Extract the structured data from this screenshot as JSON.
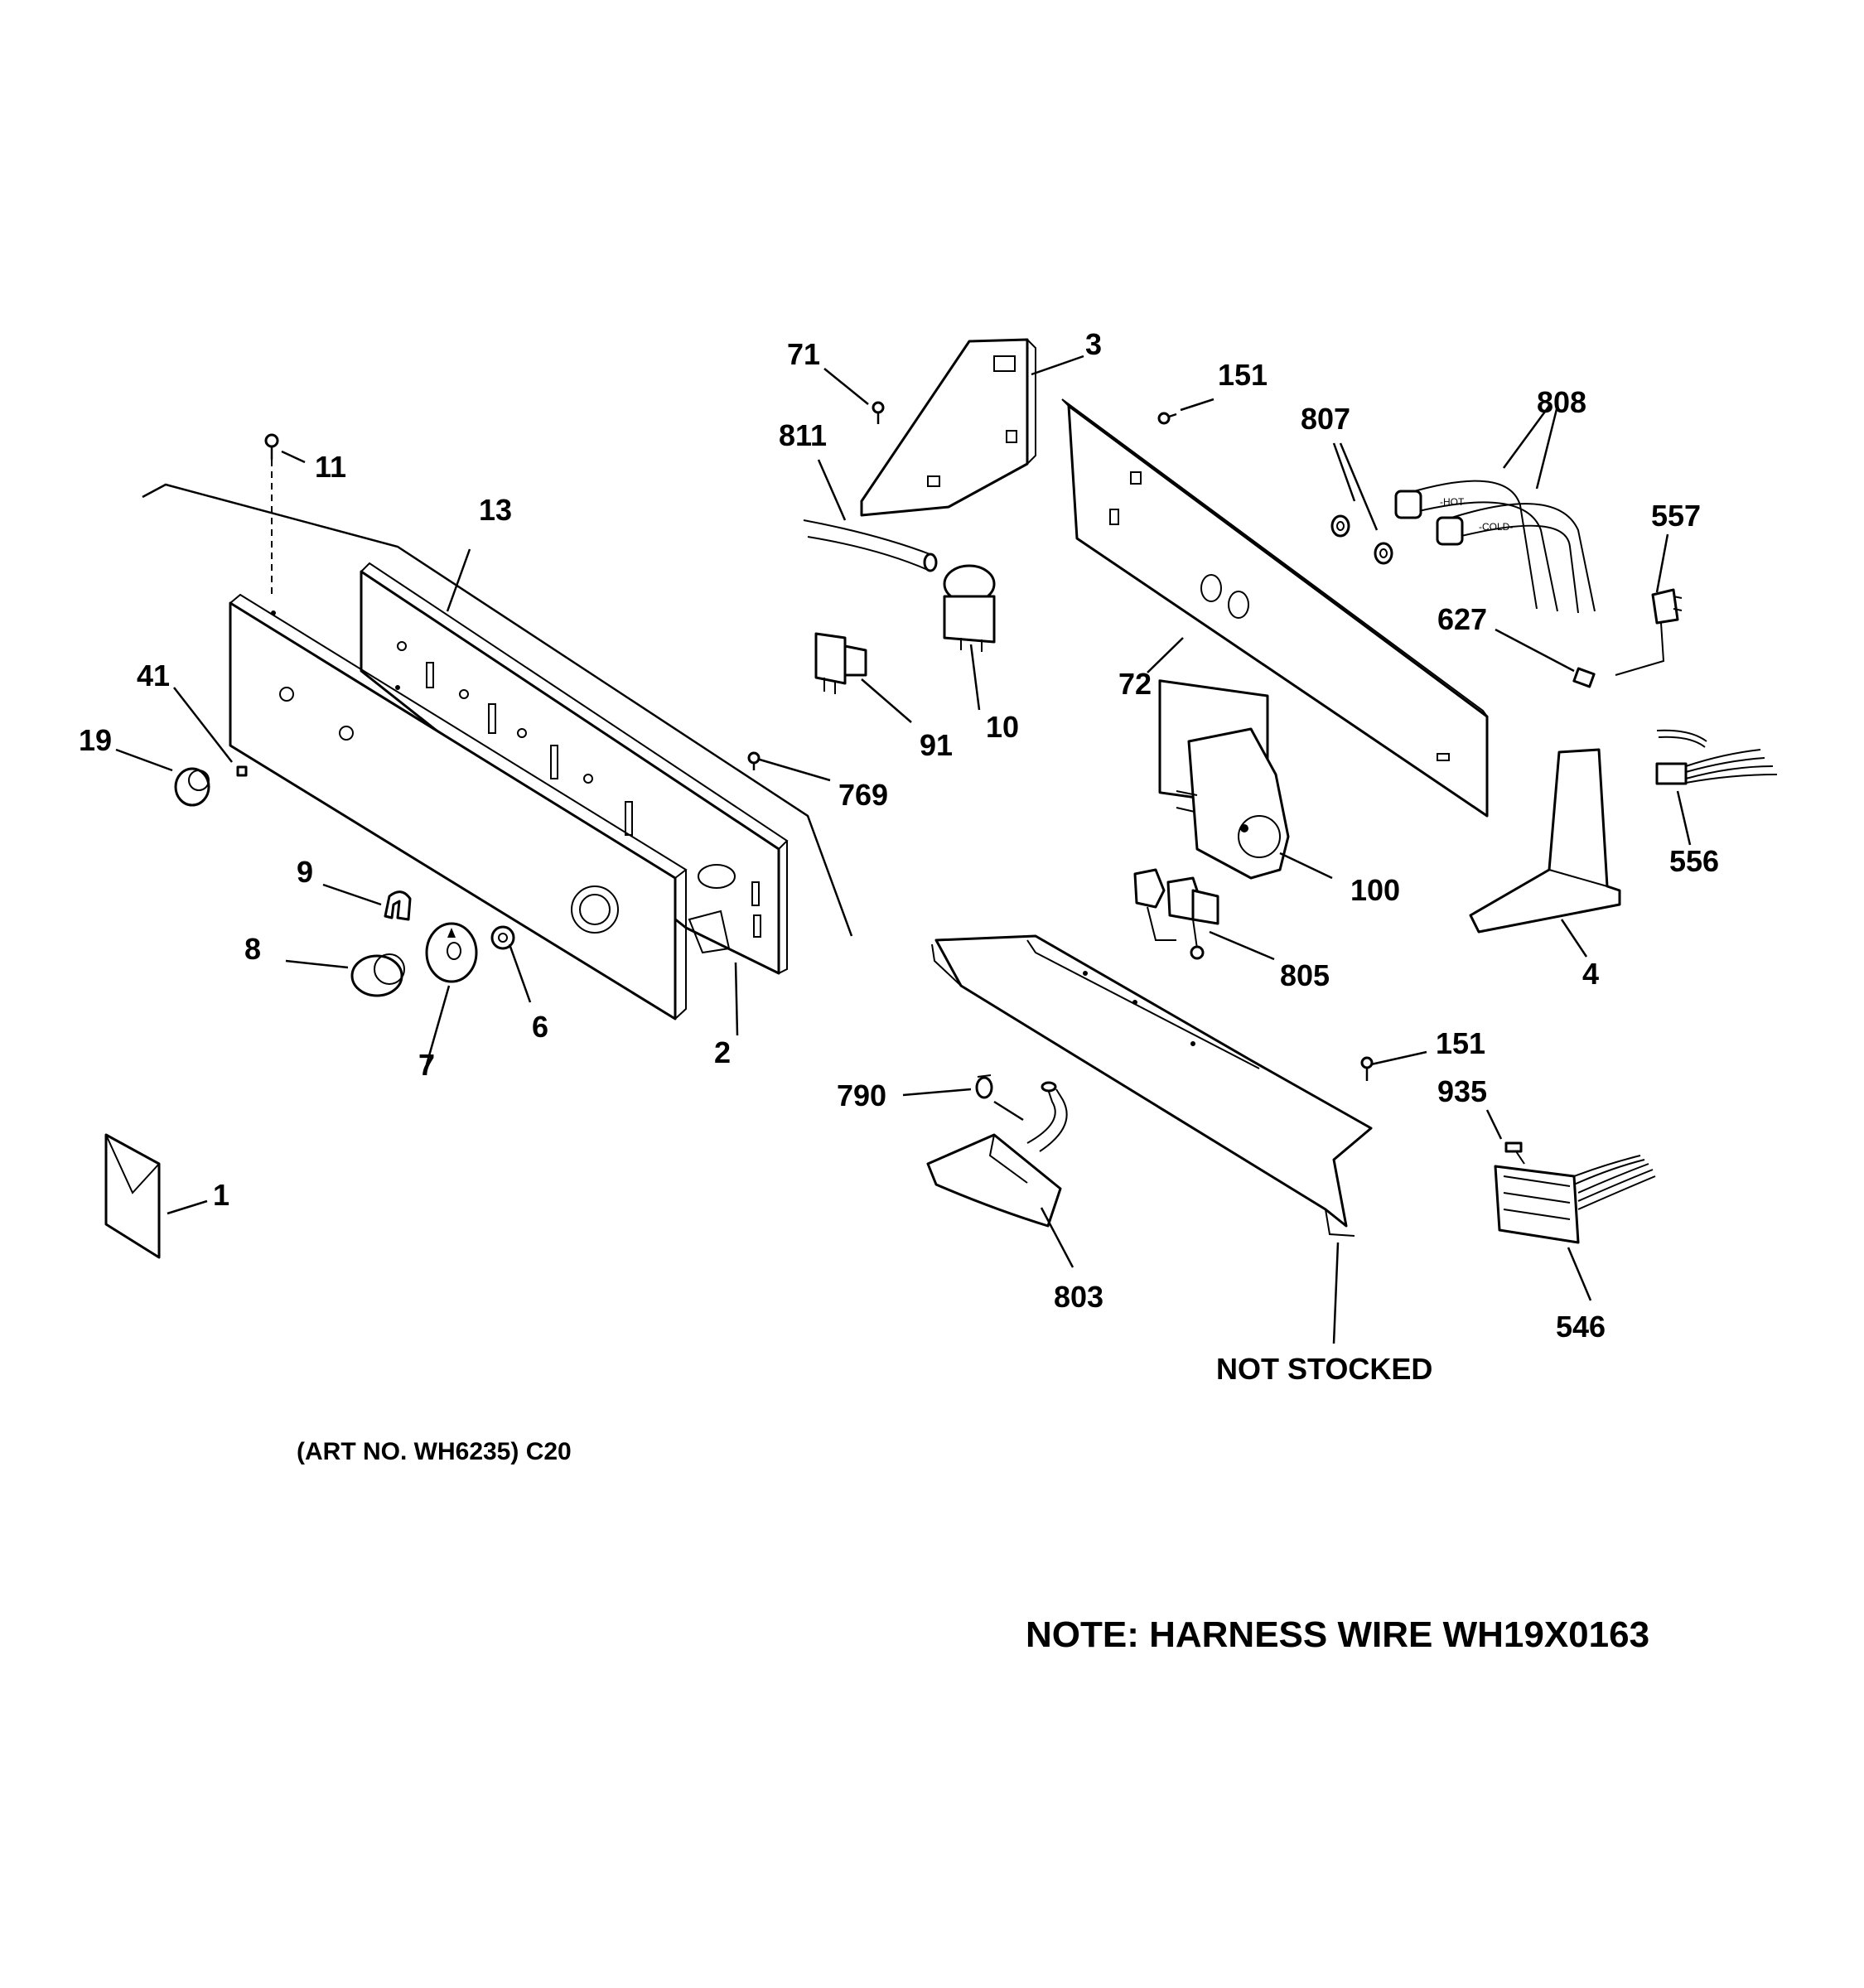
{
  "callouts": [
    {
      "id": "p1",
      "text": "1"
    },
    {
      "id": "p2",
      "text": "2"
    },
    {
      "id": "p3",
      "text": "3"
    },
    {
      "id": "p4",
      "text": "4"
    },
    {
      "id": "p6",
      "text": "6"
    },
    {
      "id": "p7",
      "text": "7"
    },
    {
      "id": "p8",
      "text": "8"
    },
    {
      "id": "p9",
      "text": "9"
    },
    {
      "id": "p10",
      "text": "10"
    },
    {
      "id": "p11",
      "text": "11"
    },
    {
      "id": "p13",
      "text": "13"
    },
    {
      "id": "p19",
      "text": "19"
    },
    {
      "id": "p41",
      "text": "41"
    },
    {
      "id": "p71",
      "text": "71"
    },
    {
      "id": "p72",
      "text": "72"
    },
    {
      "id": "p91",
      "text": "91"
    },
    {
      "id": "p100",
      "text": "100"
    },
    {
      "id": "p151a",
      "text": "151"
    },
    {
      "id": "p151b",
      "text": "151"
    },
    {
      "id": "p546",
      "text": "546"
    },
    {
      "id": "p556",
      "text": "556"
    },
    {
      "id": "p557",
      "text": "557"
    },
    {
      "id": "p627",
      "text": "627"
    },
    {
      "id": "p769",
      "text": "769"
    },
    {
      "id": "p790",
      "text": "790"
    },
    {
      "id": "p803",
      "text": "803"
    },
    {
      "id": "p805",
      "text": "805"
    },
    {
      "id": "p807",
      "text": "807"
    },
    {
      "id": "p808",
      "text": "808"
    },
    {
      "id": "p811",
      "text": "811"
    },
    {
      "id": "p935",
      "text": "935"
    }
  ],
  "not_stocked": "NOT STOCKED",
  "art_number": "(ART NO. WH6235) C20",
  "note": "NOTE: HARNESS WIRE WH19X0163",
  "hose_labels": {
    "hot": "-HOT-",
    "cold": "-COLD-"
  }
}
